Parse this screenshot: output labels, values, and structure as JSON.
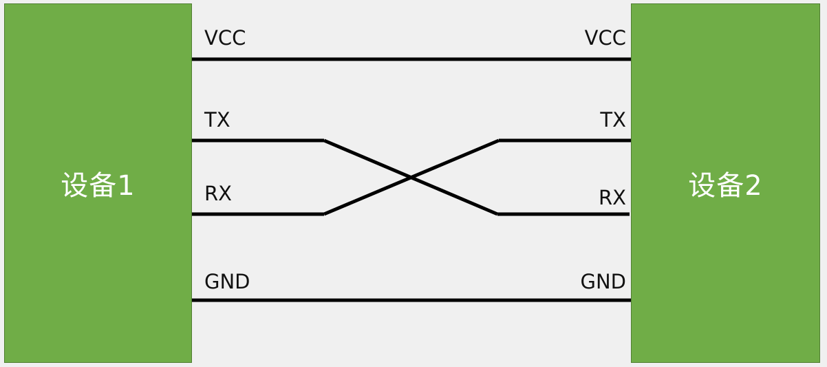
{
  "devices": {
    "left": {
      "label": "设备1"
    },
    "right": {
      "label": "设备2"
    }
  },
  "pins": {
    "left": {
      "vcc": "VCC",
      "tx": "TX",
      "rx": "RX",
      "gnd": "GND"
    },
    "right": {
      "vcc": "VCC",
      "tx": "TX",
      "rx": "RX",
      "gnd": "GND"
    }
  },
  "colors": {
    "device_fill": "#70ad47",
    "device_border": "#507e32",
    "device_text": "#ffffff",
    "wire": "#000000",
    "background": "#f0f0f0"
  }
}
